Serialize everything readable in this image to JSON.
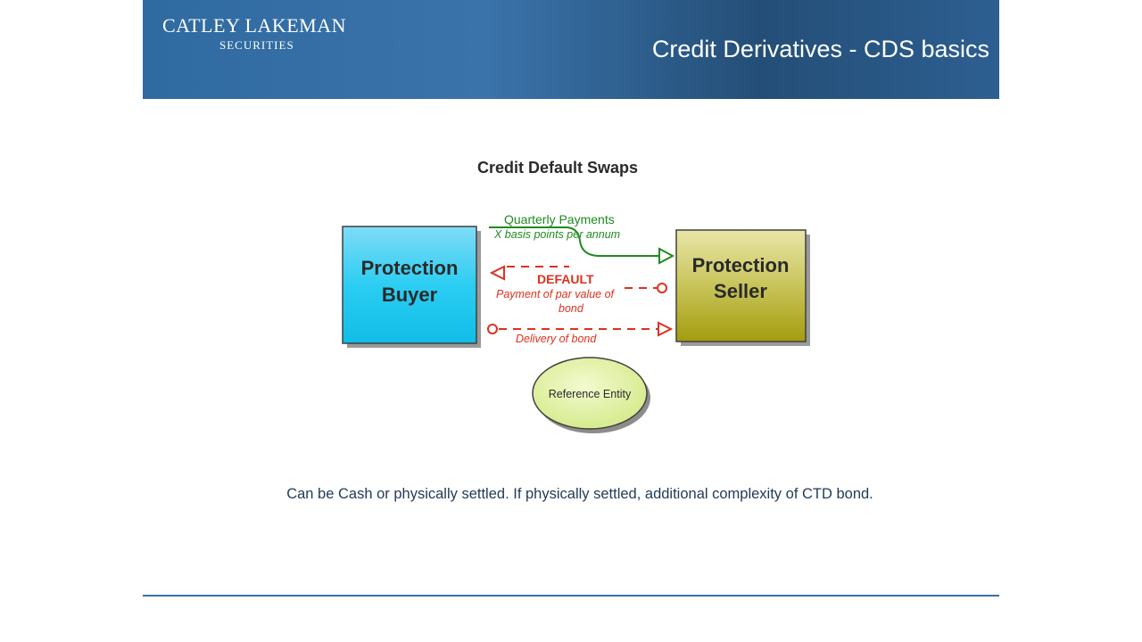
{
  "header": {
    "logo_main": "CATLEY LAKEMAN",
    "logo_sub": "SECURITIES",
    "title": "Credit Derivatives - CDS basics"
  },
  "diagram": {
    "title": "Credit Default Swaps",
    "buyer_line1": "Protection",
    "buyer_line2": "Buyer",
    "seller_line1": "Protection",
    "seller_line2": "Seller",
    "quarterly_label": "Quarterly Payments",
    "basis_label": "X basis points per annum",
    "default_label": "DEFAULT",
    "par_line1": "Payment of par value of",
    "par_line2": "bond",
    "delivery_label": "Delivery of bond",
    "reference_label": "Reference Entity"
  },
  "caption": "Can be Cash or physically settled. If physically settled, additional complexity of CTD bond.",
  "colors": {
    "header_blue": "#2f6aa0",
    "buyer_cyan": "#1cc6ee",
    "seller_olive": "#a9a018",
    "payment_green": "#1f8a1f",
    "default_red": "#e0301e",
    "reference_green": "#dff0a0"
  }
}
